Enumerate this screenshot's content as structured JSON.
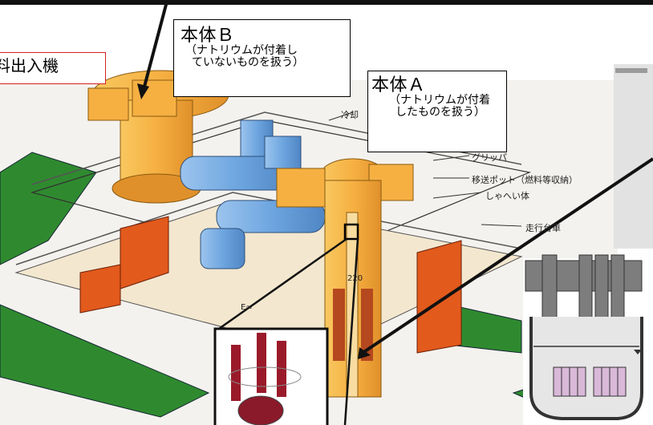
{
  "callouts": {
    "fuel_handler": "料出入機",
    "body_b_title": "本体Ｂ",
    "body_b_note_1": "（ナトリウムが付着し",
    "body_b_note_2": "ていないものを扱う）",
    "body_a_title": "本体Ａ",
    "body_a_note_1": "（ナトリウムが付着",
    "body_a_note_2": "したものを扱う）"
  },
  "drawing_labels": {
    "coolant": "冷却",
    "gripper": "グリッパ",
    "transfer_pot": "移送ポット（燃料等収納）",
    "shield": "しゃへい体",
    "carriage": "走行台車",
    "dimension": "220",
    "vertical_mark": "E∞"
  },
  "colors": {
    "callout_border_red": "#d62020",
    "orange_vessel": "#f6b042",
    "blue_equipment": "#6ea6e0",
    "green_rails": "#2f8a2f",
    "orange_red_panels": "#e25a1c",
    "gray_inset": "#808080"
  }
}
